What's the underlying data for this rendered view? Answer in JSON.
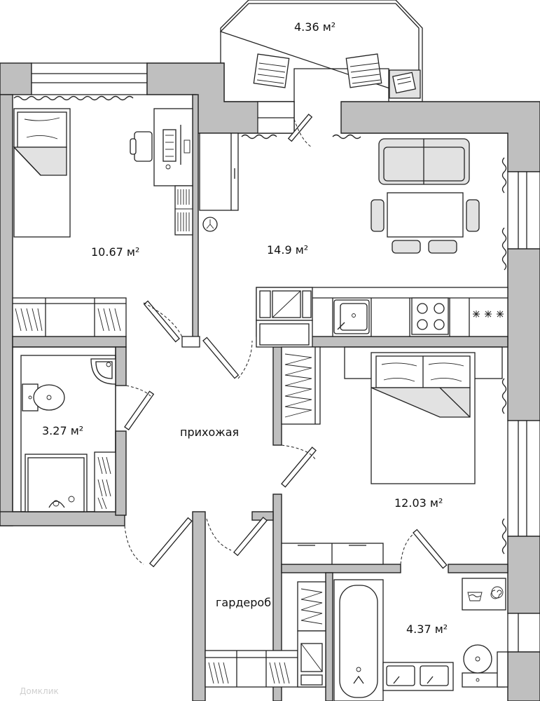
{
  "rooms": {
    "balcony": {
      "area": "4.36 м²"
    },
    "bedroom_small": {
      "area": "10.67 м²"
    },
    "kitchen_living": {
      "area": "14.9 м²"
    },
    "bathroom_small": {
      "area": "3.27 м²"
    },
    "hallway": {
      "name": "прихожая"
    },
    "bedroom_large": {
      "area": "12.03 м²"
    },
    "wardrobe": {
      "name": "гардероб"
    },
    "bathroom_large": {
      "area": "4.37 м²"
    }
  },
  "watermark": {
    "text": "Домклик"
  },
  "colors": {
    "wall": "#bfbfbf",
    "line": "#222222",
    "furniture_fill": "#e2e2e2"
  }
}
